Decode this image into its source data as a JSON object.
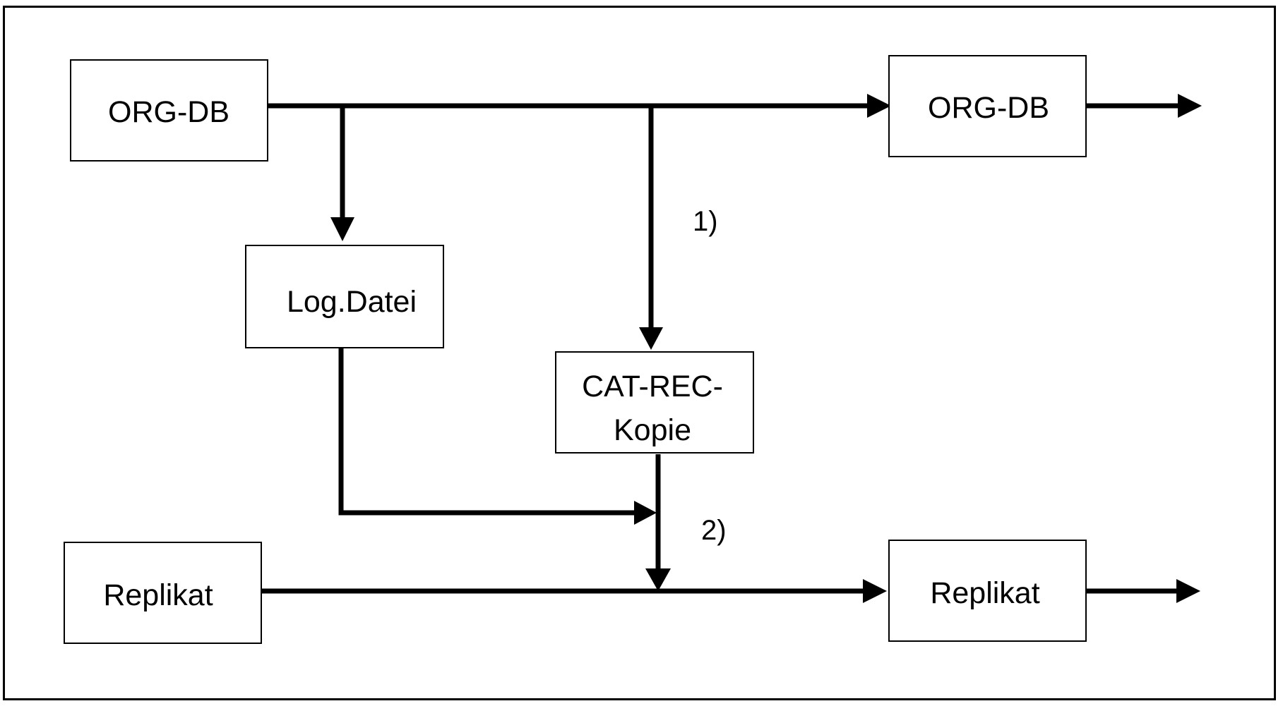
{
  "diagram": {
    "nodes": {
      "org_db_source": {
        "label": "ORG-DB"
      },
      "org_db_target": {
        "label": "ORG-DB"
      },
      "log_datei": {
        "label": "Log.Datei"
      },
      "cat_rec_kopie": {
        "label_line1": "CAT-REC-",
        "label_line2": "Kopie"
      },
      "replikat_source": {
        "label": "Replikat"
      },
      "replikat_target": {
        "label": "Replikat"
      }
    },
    "steps": {
      "step1": "1)",
      "step2": "2)"
    },
    "colors": {
      "stroke": "#000000",
      "background": "#ffffff"
    }
  }
}
